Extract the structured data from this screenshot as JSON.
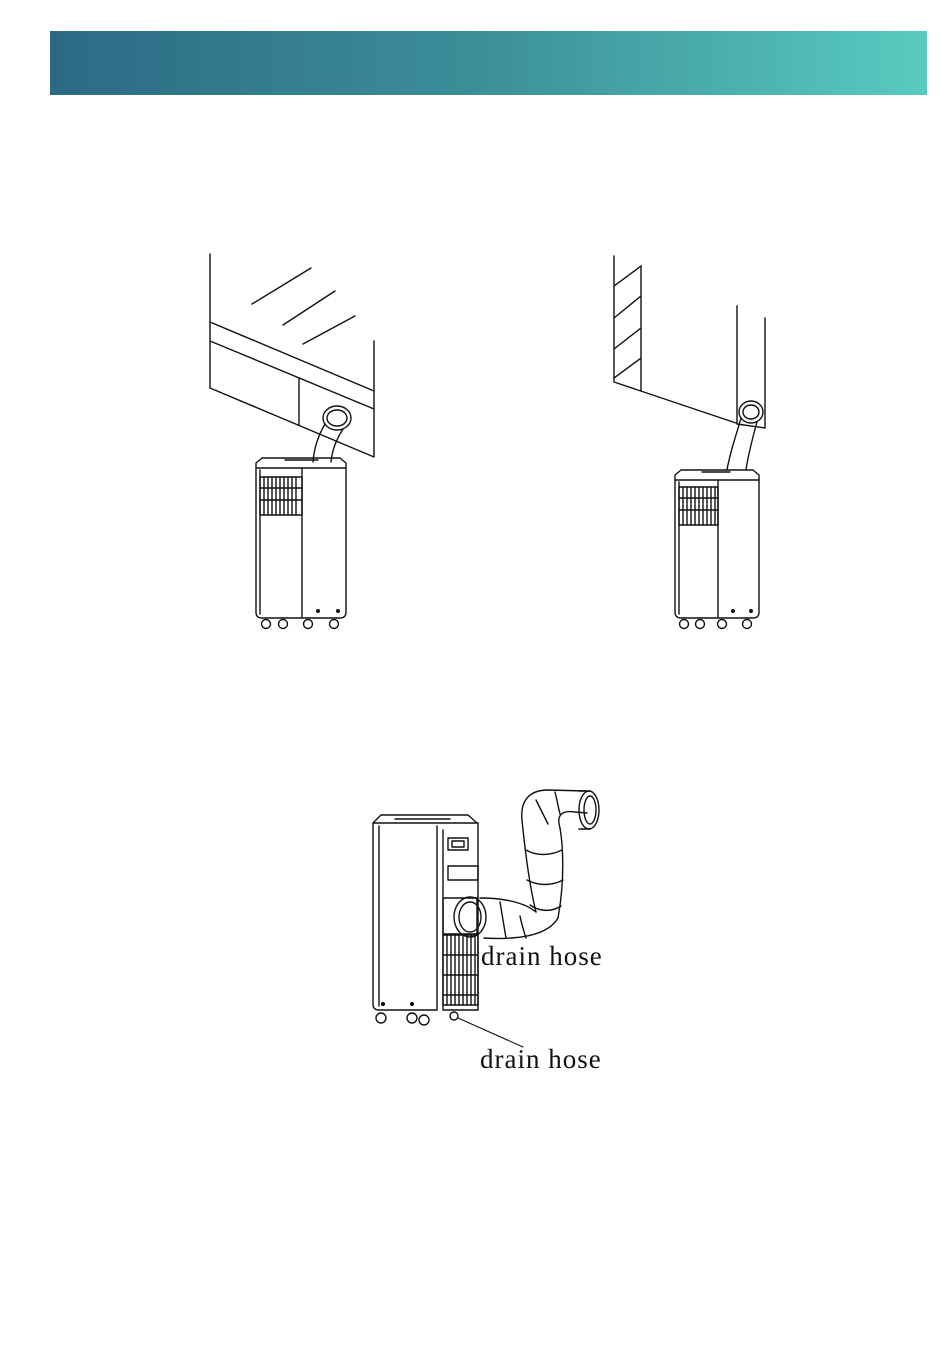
{
  "header": {
    "title": ""
  },
  "figures": {
    "left": {
      "name": "installation-under-window-recess"
    },
    "right": {
      "name": "installation-wall-opening"
    },
    "bottom": {
      "labels": {
        "upper": "drain hose",
        "lower": "drain hose"
      }
    }
  },
  "colors": {
    "header_start": "#2c6a84",
    "header_end": "#58cbc0",
    "line": "#111111"
  }
}
